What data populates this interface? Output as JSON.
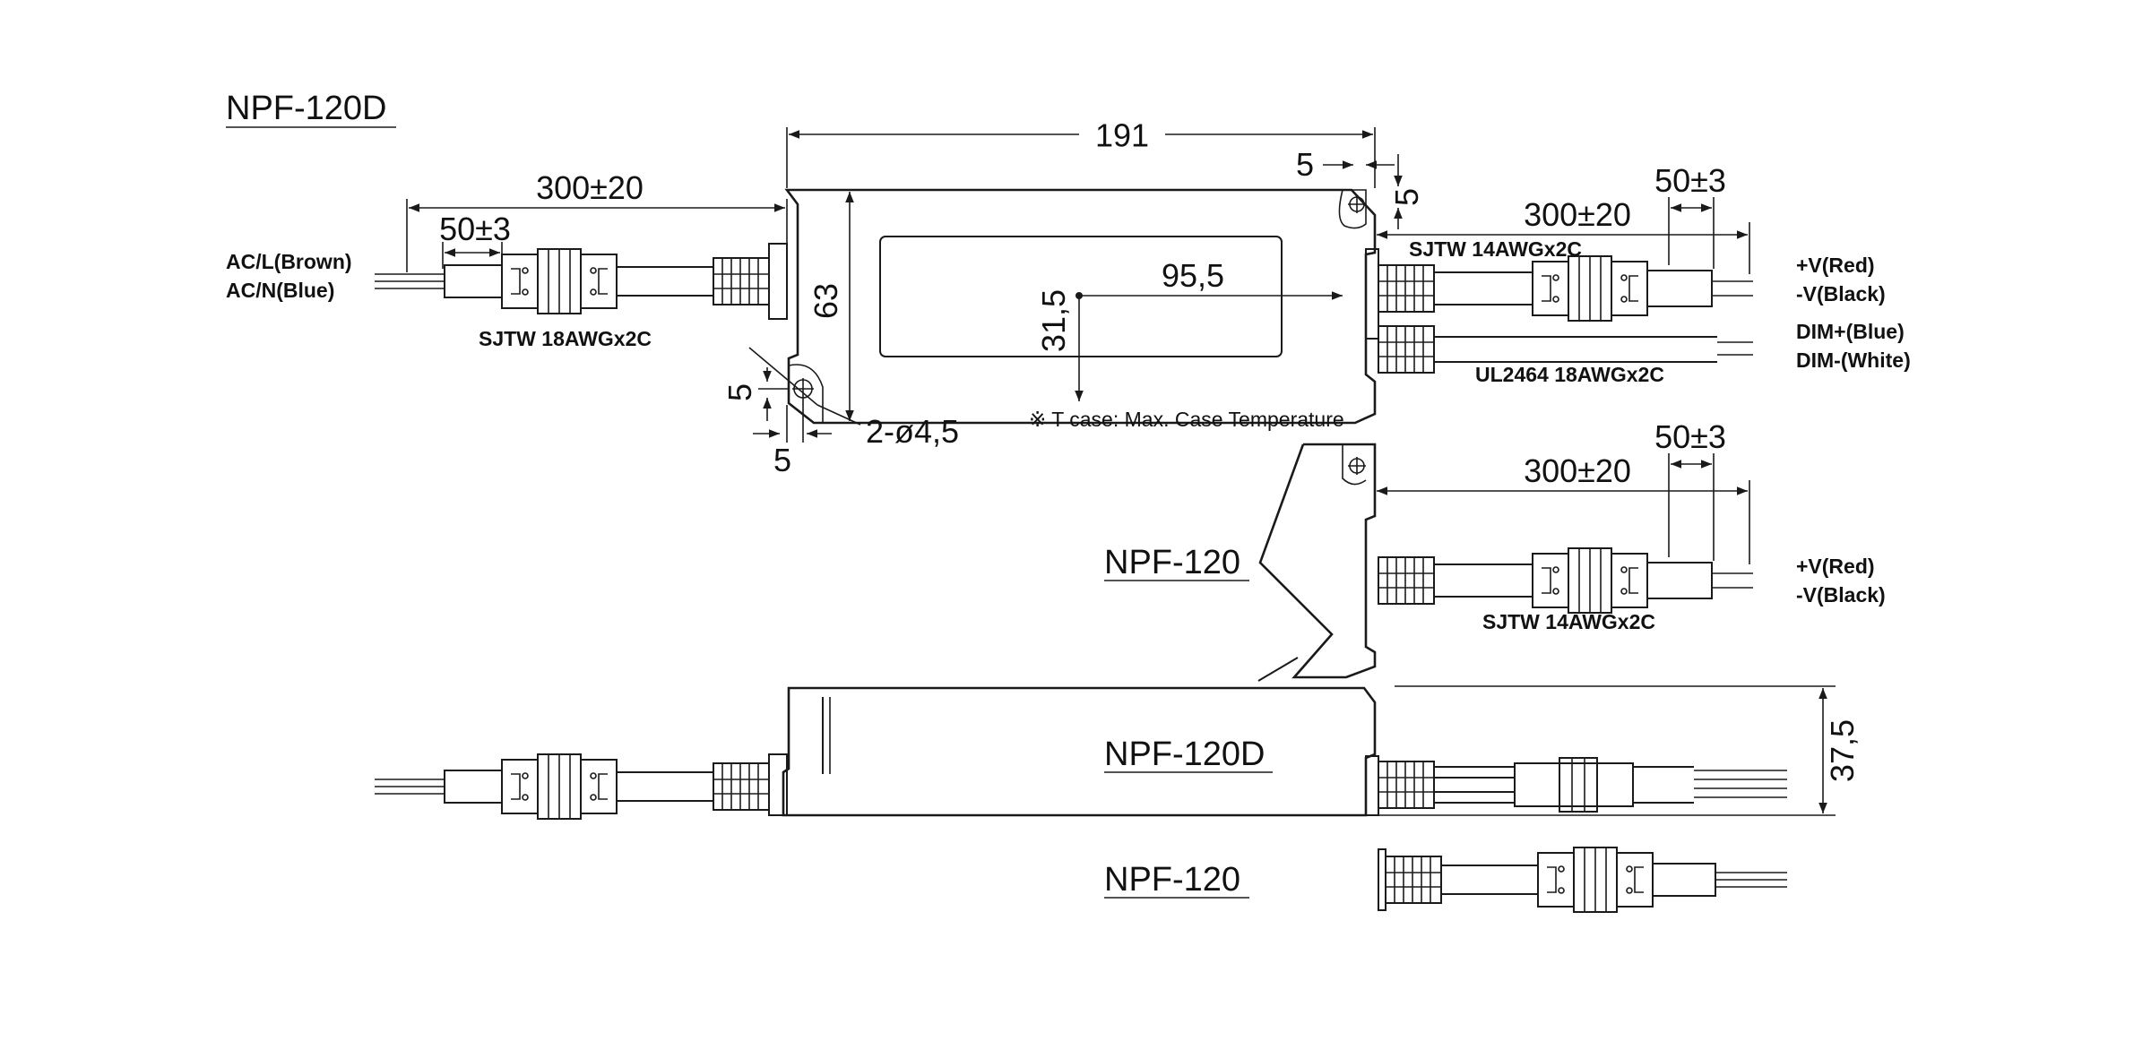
{
  "colors": {
    "line": "#1a1a1a",
    "background": "#ffffff"
  },
  "titles": {
    "top_model": "NPF-120D",
    "mid_model": "NPF-120",
    "side_model_d": "NPF-120D",
    "side_model": "NPF-120"
  },
  "dimensions": {
    "length": "191",
    "width": "63",
    "height": "37,5",
    "hole_offset_top_x": "5",
    "hole_offset_top_y": "5",
    "hole_offset_bottom_x": "5",
    "hole_offset_bottom_y": "5",
    "tcase_x": "95,5",
    "tcase_y": "31,5",
    "holes": "2-ø4,5",
    "input_cable_length": "300±20",
    "input_strip_length": "50±3",
    "output_cable_length": "300±20",
    "output_strip_length": "50±3",
    "mid_cable_length": "300±20",
    "mid_strip_length": "50±3"
  },
  "labels": {
    "ac_l": "AC/L(Brown)",
    "ac_n": "AC/N(Blue)",
    "input_cable": "SJTW 18AWGx2C",
    "output_cable": "SJTW 14AWGx2C",
    "dim_cable": "UL2464 18AWGx2C",
    "v_plus": "+V(Red)",
    "v_minus": "-V(Black)",
    "dim_plus": "DIM+(Blue)",
    "dim_minus": "DIM-(White)",
    "mid_cable": "SJTW 14AWGx2C",
    "mid_v_plus": "+V(Red)",
    "mid_v_minus": "-V(Black)",
    "tcase_note": "※ T case: Max. Case Temperature"
  }
}
